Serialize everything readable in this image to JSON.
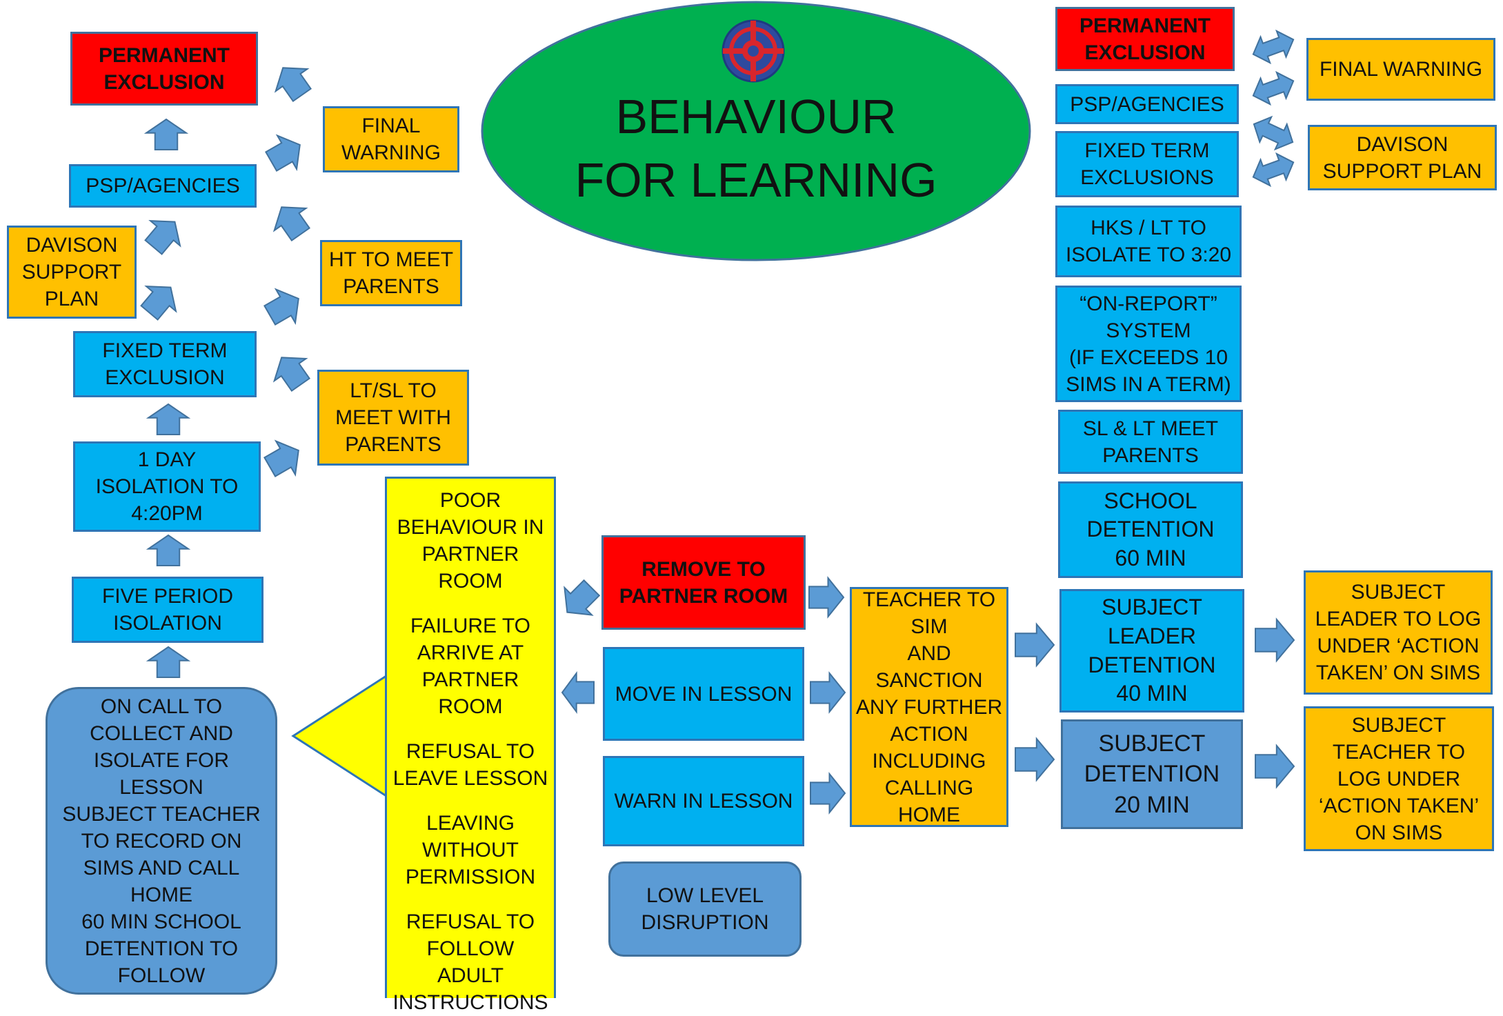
{
  "title": {
    "line1": "BEHAVIOUR",
    "line2": "FOR LEARNING"
  },
  "logo": "school-crest-icon",
  "colors": {
    "blue": "#00b0f0",
    "orange": "#ffc000",
    "red": "#ff0000",
    "yellow": "#ffff00",
    "steel": "#5b9bd5",
    "green": "#00b050",
    "arrow": "#5b9bd5"
  },
  "left_ladder": {
    "permanent_exclusion": "PERMANENT\nEXCLUSION",
    "psp_agencies": "PSP/AGENCIES",
    "davison_support_plan": "DAVISON\nSUPPORT\nPLAN",
    "fixed_term_exclusion": "FIXED TERM\nEXCLUSION",
    "one_day_isolation": "1 DAY\nISOLATION TO\n4:20PM",
    "five_period_isolation": "FIVE PERIOD\nISOLATION",
    "on_call": "ON CALL TO\nCOLLECT AND\nISOLATE FOR\nLESSON\nSUBJECT TEACHER\nTO RECORD ON\nSIMS AND CALL\nHOME\n60 MIN SCHOOL\nDETENTION TO\nFOLLOW"
  },
  "left_side_actions": {
    "final_warning": "FINAL\nWARNING",
    "ht_meet_parents": "HT TO MEET\nPARENTS",
    "lt_sl_meet_parents": "LT/SL TO\nMEET WITH\nPARENTS"
  },
  "partner_room_reasons": {
    "items": [
      "POOR\nBEHAVIOUR IN\nPARTNER\nROOM",
      "FAILURE TO\nARRIVE AT\nPARTNER\nROOM",
      "REFUSAL TO\nLEAVE LESSON",
      "LEAVING\nWITHOUT\nPERMISSION",
      "REFUSAL TO\nFOLLOW\nADULT\nINSTRUCTIONS"
    ]
  },
  "classroom_steps": {
    "remove_to_partner_room": "REMOVE TO\nPARTNER ROOM",
    "move_in_lesson": "MOVE IN LESSON",
    "warn_in_lesson": "WARN IN LESSON",
    "low_level_disruption": "LOW LEVEL\nDISRUPTION"
  },
  "teacher_to_sim": "TEACHER TO\nSIM\nAND\nSANCTION\nANY FURTHER\nACTION\nINCLUDING\nCALLING\nHOME",
  "right_ladder": {
    "permanent_exclusion": "PERMANENT\nEXCLUSION",
    "psp_agencies": "PSP/AGENCIES",
    "fixed_term_exclusions": "FIXED TERM\nEXCLUSIONS",
    "hks_lt_isolate": "HKS / LT TO\nISOLATE TO 3:20",
    "on_report": "“ON-REPORT”\nSYSTEM\n(IF EXCEEDS 10\nSIMS IN A TERM)",
    "sl_lt_meet_parents": "SL & LT MEET\nPARENTS",
    "school_detention": "SCHOOL\nDETENTION\n60 MIN",
    "subject_leader_detention": "SUBJECT\nLEADER\nDETENTION\n40 MIN",
    "subject_detention": "SUBJECT\nDETENTION\n20 MIN"
  },
  "right_side_actions": {
    "final_warning": "FINAL WARNING",
    "davison_support_plan": "DAVISON\nSUPPORT PLAN",
    "subject_leader_log": "SUBJECT\nLEADER TO LOG\nUNDER ‘ACTION\nTAKEN’ ON SIMS",
    "subject_teacher_log": "SUBJECT\nTEACHER TO\nLOG UNDER\n‘ACTION TAKEN’\nON SIMS"
  }
}
